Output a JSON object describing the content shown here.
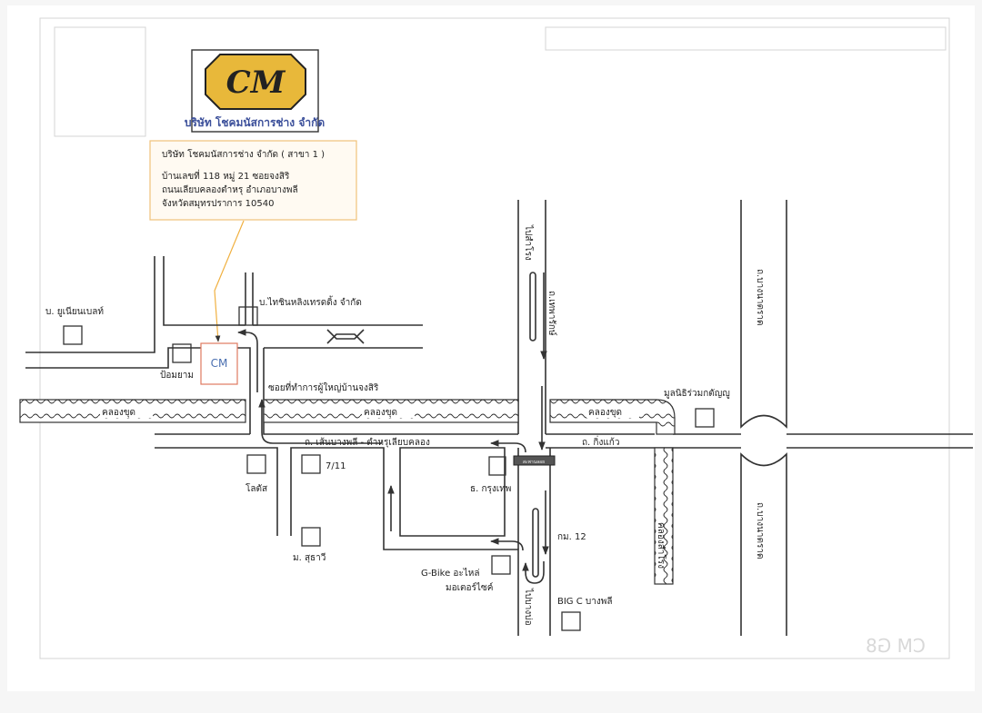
{
  "logo": {
    "mark": "CM",
    "company": "บริษัท โชคมนัสการช่าง จำกัด"
  },
  "address": {
    "line1": "บริษัท โชคมนัสการช่าง จำกัด ( สาขา 1 )",
    "line2": "บ้านเลขที่ 118 หมู่ 21 ซอยจงสิริ",
    "line3": "ถนนเลียบคลองตำหรุ อำเภอบางพลี",
    "line4": "จังหวัดสมุทรปราการ 10540"
  },
  "landmarks": {
    "union_belt": "บ. ยูเนียนเบลท์",
    "thai_shin": "บ.ไทชินหลิงเทรดดิ้ง จำกัด",
    "police": "ป้อมยาม",
    "cm": "CM",
    "soi": "ซอยที่ทำการผู้ใหญ่บ้านจงสิริ",
    "lotus": "โลตัส",
    "seven": "7/11",
    "sukhawadee": "ม. สุธาวี",
    "bangkok_bank": "ธ. กรุงเทพ",
    "gbike1": "G-Bike อะไหล่",
    "gbike2": "มอเตอร์ไซค์",
    "km": "กม. 12",
    "bigc": "BIG C บางพลี",
    "foundation": "มูลนิธิร่วมกตัญญู",
    "bridge": "สะพานลอย"
  },
  "roads": {
    "bangphli": "ถ. เส้นบางพลี - ตำหรุเลียบคลอง",
    "kingkaew": "ถ. กิ่งแก้ว",
    "theparak": "ถ.เทพารักษ์",
    "to_samrong": "ไปสำโรง",
    "to_bangbo": "ไปบางบ่อ",
    "bangna1": "ถ.บางนาตราด",
    "bangna2": "ถ.บางนาตราด"
  },
  "canals": {
    "khlong_khut1": "คลองขุด",
    "khlong_khut2": "คลองขุด",
    "khlong_khut3": "คลองขุด",
    "samrong": "คลองสำโรง"
  },
  "watermark": "CM G8",
  "colors": {
    "logo_yellow": "#e8b83a",
    "address_border": "#f0c27a",
    "cm_box": "#e07a60",
    "cm_text": "#4a6fb0",
    "pointer": "#f0b040"
  }
}
